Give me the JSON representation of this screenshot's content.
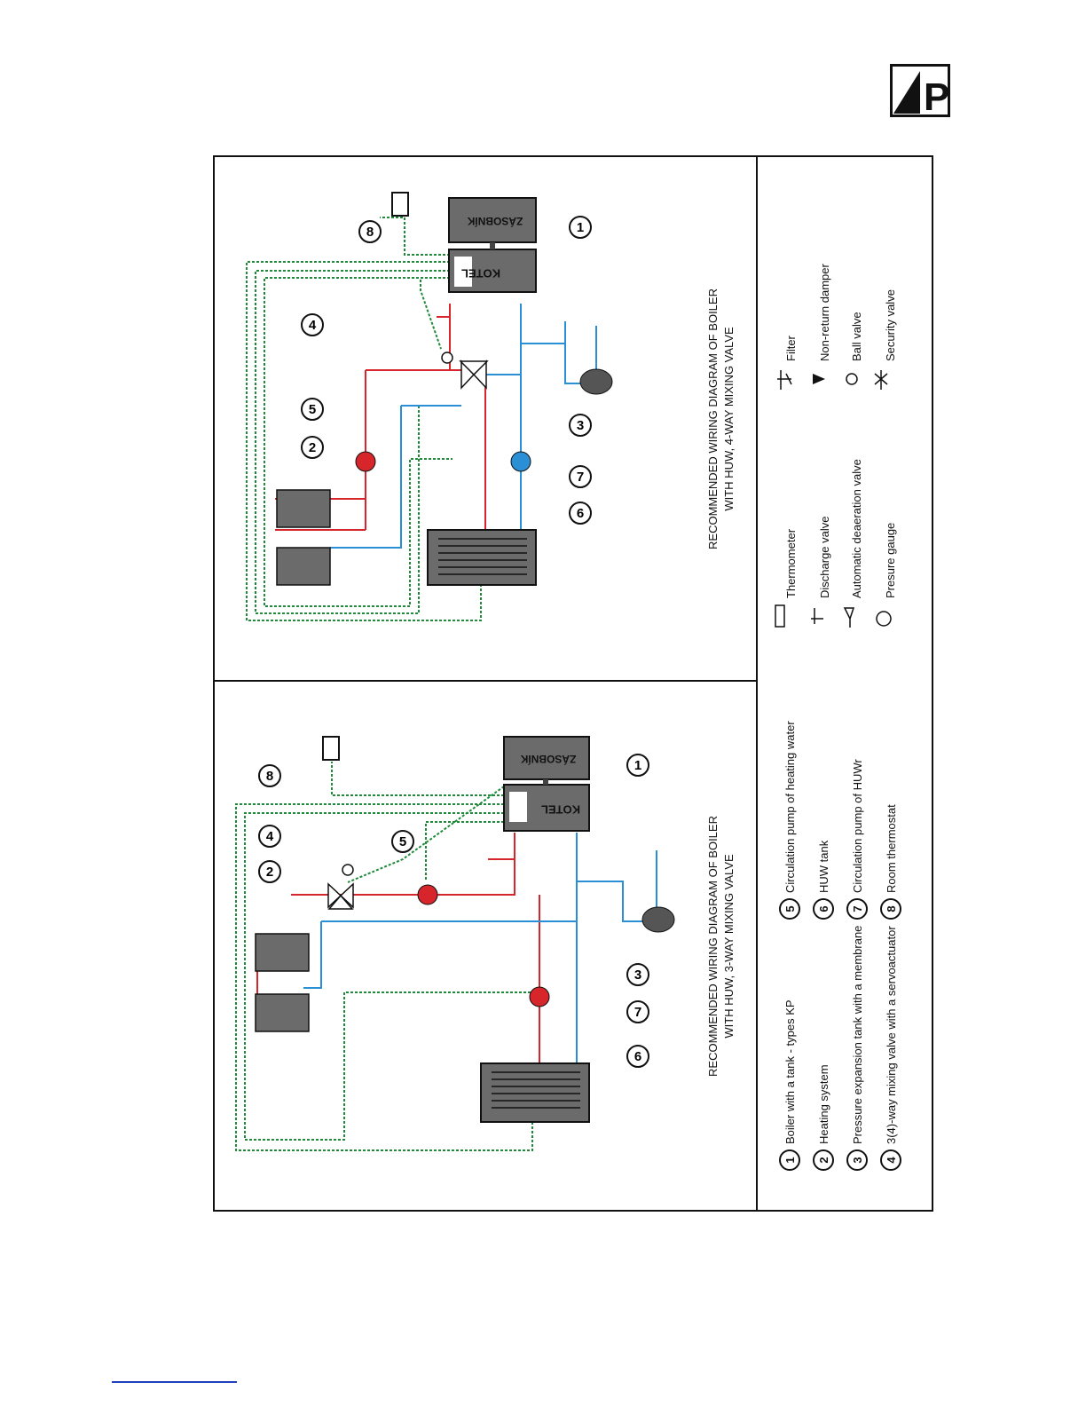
{
  "colors": {
    "hot": "#d7262b",
    "cold": "#2a8fd4",
    "wire": "#1f8a3a",
    "unit": "#6b6b6b",
    "line": "#111111"
  },
  "logo": {
    "text": "P"
  },
  "diagram_4way": {
    "title_line1": "RECOMMENDED WIRING DIAGRAM OF BOILER",
    "title_line2": "WITH  HUW, 4-WAY MIXING VALVE",
    "boiler_label": "KOTEL",
    "tank_label": "ZÁSOBNÍK",
    "callouts": [
      "1",
      "2",
      "3",
      "4",
      "5",
      "6",
      "7",
      "8"
    ]
  },
  "diagram_3way": {
    "title_line1": "RECOMMENDED WIRING DIAGRAM OF BOILER",
    "title_line2": "WITH HUW, 3-WAY MIXING VALVE",
    "boiler_label": "KOTEL",
    "tank_label": "ZÁSOBNÍK",
    "callouts": [
      "1",
      "2",
      "3",
      "4",
      "5",
      "6",
      "7",
      "8"
    ]
  },
  "legend_numbered": [
    {
      "num": "1",
      "text": "Boiler with a tank -  types KP"
    },
    {
      "num": "2",
      "text": "Heating system"
    },
    {
      "num": "3",
      "text": "Pressure expansion tank with a membrane"
    },
    {
      "num": "4",
      "text": "3(4)-way mixing valve with a servoactuator"
    },
    {
      "num": "5",
      "text": "Circulation pump of heating water"
    },
    {
      "num": "6",
      "text": "HUW tank"
    },
    {
      "num": "7",
      "text": "Circulation pump of HUWr"
    },
    {
      "num": "8",
      "text": "Room thermostat"
    }
  ],
  "legend_symbols": [
    {
      "icon": "thermometer-icon",
      "text": "Thermometer"
    },
    {
      "icon": "discharge-valve-icon",
      "text": "Discharge valve"
    },
    {
      "icon": "deaeration-valve-icon",
      "text": "Automatic deaeration valve"
    },
    {
      "icon": "pressure-gauge-icon",
      "text": "Presure gauge"
    },
    {
      "icon": "filter-icon",
      "text": "Filter"
    },
    {
      "icon": "non-return-damper-icon",
      "text": "Non-return damper"
    },
    {
      "icon": "ball-valve-icon",
      "text": "Ball valve"
    },
    {
      "icon": "security-valve-icon",
      "text": "Security valve"
    }
  ]
}
